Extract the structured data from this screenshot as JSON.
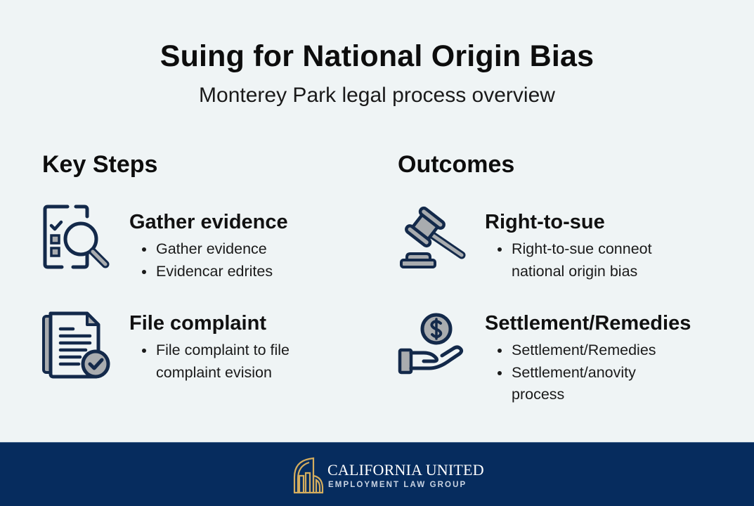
{
  "header": {
    "title": "Suing for National Origin Bias",
    "subtitle": "Monterey Park legal process overview"
  },
  "sections": {
    "left": {
      "heading": "Key Steps",
      "items": [
        {
          "icon": "checklist-magnifier-icon",
          "title": "Gather evidence",
          "bullets": [
            "Gather evidence",
            "Evidencar edrites"
          ]
        },
        {
          "icon": "document-check-icon",
          "title": "File complaint",
          "bullets": [
            "File complaint to file",
            "complaint evision"
          ]
        }
      ]
    },
    "right": {
      "heading": "Outcomes",
      "items": [
        {
          "icon": "gavel-icon",
          "title": "Right-to-sue",
          "bullets": [
            "Right-to-sue conneot",
            "national origin bias"
          ]
        },
        {
          "icon": "hand-dollar-icon",
          "title": "Settlement/Remedies",
          "bullets": [
            "Settlement/Remedies",
            "Settlement/anovity",
            "process"
          ]
        }
      ]
    }
  },
  "footer": {
    "brand_name": "CALIFORNIA UNITED",
    "brand_sub": "EMPLOYMENT LAW GROUP",
    "logo_icon": "building-arch-logo-icon"
  },
  "colors": {
    "background": "#eff4f5",
    "footer_bg": "#062c5e",
    "icon_stroke": "#13294a",
    "icon_fill": "#a9acaf",
    "logo_gold": "#d4ad5e",
    "text": "#111111"
  }
}
